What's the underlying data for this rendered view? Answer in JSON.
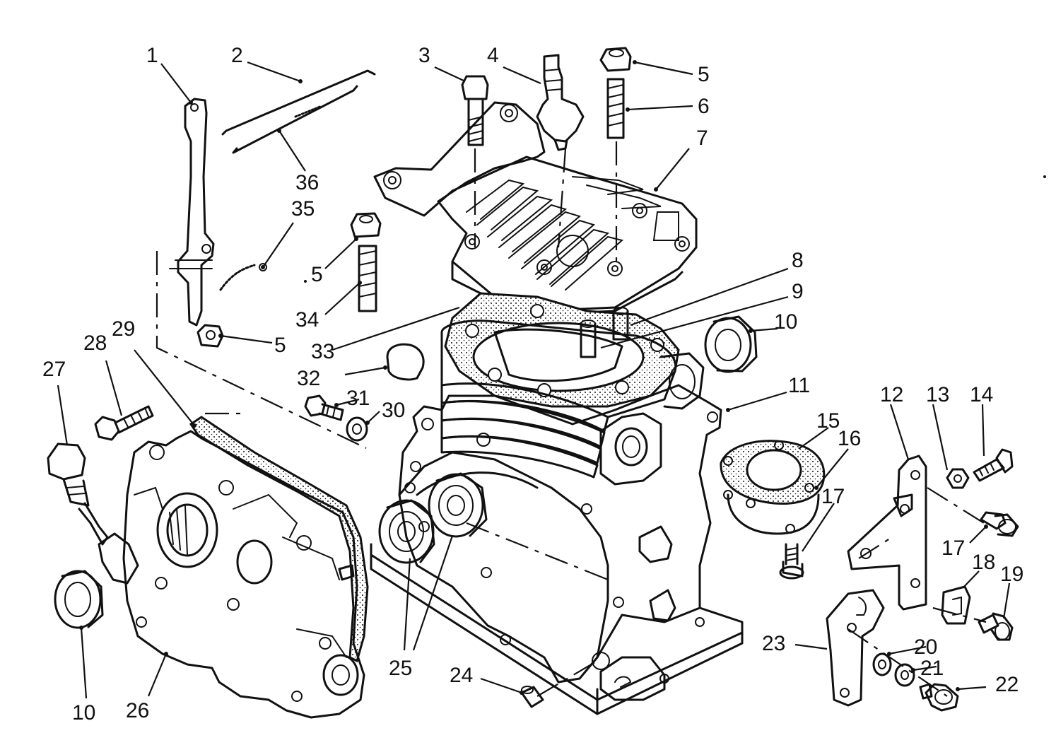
{
  "callouts": [
    {
      "id": "c1",
      "text": "1"
    },
    {
      "id": "c2",
      "text": "2"
    },
    {
      "id": "c3",
      "text": "3"
    },
    {
      "id": "c4",
      "text": "4"
    },
    {
      "id": "c5a",
      "text": "5"
    },
    {
      "id": "c6",
      "text": "6"
    },
    {
      "id": "c7",
      "text": "7"
    },
    {
      "id": "c36",
      "text": "36"
    },
    {
      "id": "c35",
      "text": "35"
    },
    {
      "id": "c5b",
      "text": "5"
    },
    {
      "id": "c34",
      "text": "34"
    },
    {
      "id": "c5c",
      "text": "5"
    },
    {
      "id": "c8",
      "text": "8"
    },
    {
      "id": "c9",
      "text": "9"
    },
    {
      "id": "c10a",
      "text": "10"
    },
    {
      "id": "c33",
      "text": "33"
    },
    {
      "id": "c32",
      "text": "32"
    },
    {
      "id": "c31",
      "text": "31"
    },
    {
      "id": "c30",
      "text": "30"
    },
    {
      "id": "c29",
      "text": "29"
    },
    {
      "id": "c28",
      "text": "28"
    },
    {
      "id": "c27",
      "text": "27"
    },
    {
      "id": "c11",
      "text": "11"
    },
    {
      "id": "c12",
      "text": "12"
    },
    {
      "id": "c13",
      "text": "13"
    },
    {
      "id": "c14",
      "text": "14"
    },
    {
      "id": "c15",
      "text": "15"
    },
    {
      "id": "c16",
      "text": "16"
    },
    {
      "id": "c17a",
      "text": "17"
    },
    {
      "id": "c17b",
      "text": "17"
    },
    {
      "id": "c18",
      "text": "18"
    },
    {
      "id": "c19",
      "text": "19"
    },
    {
      "id": "c20",
      "text": "20"
    },
    {
      "id": "c21",
      "text": "21"
    },
    {
      "id": "c22",
      "text": "22"
    },
    {
      "id": "c23",
      "text": "23"
    },
    {
      "id": "c24",
      "text": "24"
    },
    {
      "id": "c25",
      "text": "25"
    },
    {
      "id": "c26",
      "text": "26"
    },
    {
      "id": "c10b",
      "text": "10"
    }
  ]
}
